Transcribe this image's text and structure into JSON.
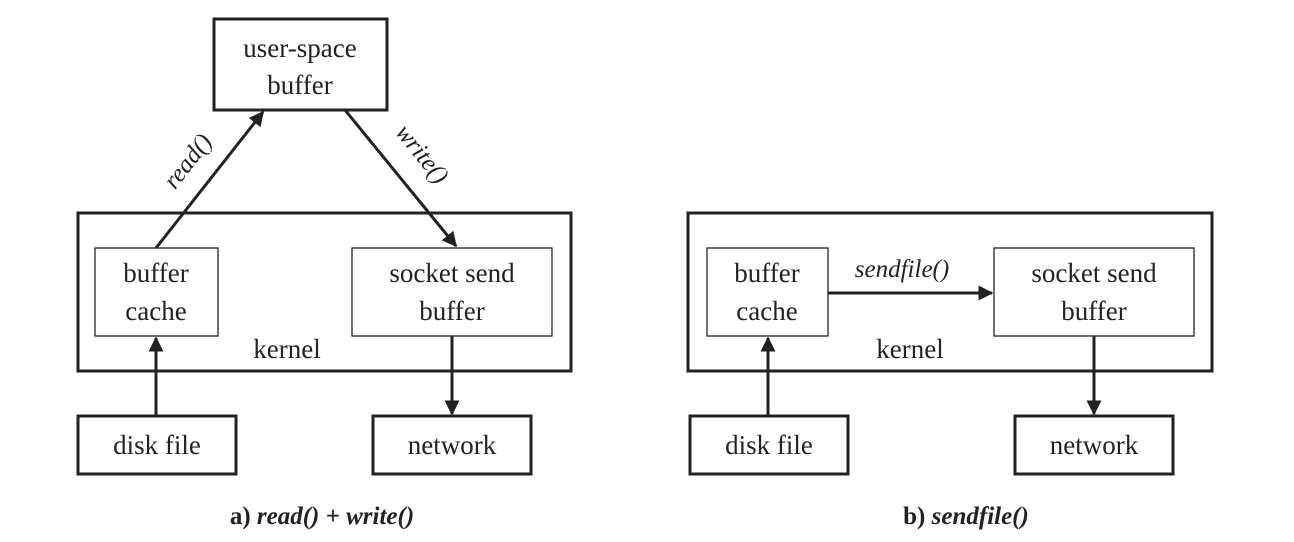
{
  "panel_a": {
    "user_space_buffer": [
      "user-space",
      "buffer"
    ],
    "buffer_cache": [
      "buffer",
      "cache"
    ],
    "socket_send_buffer": [
      "socket send",
      "buffer"
    ],
    "kernel": "kernel",
    "disk_file": "disk file",
    "network": "network",
    "read_label": "read()",
    "write_label": "write()",
    "caption_prefix": "a)",
    "caption_func": "read() + write()"
  },
  "panel_b": {
    "buffer_cache": [
      "buffer",
      "cache"
    ],
    "socket_send_buffer": [
      "socket send",
      "buffer"
    ],
    "kernel": "kernel",
    "disk_file": "disk file",
    "network": "network",
    "sendfile_label": "sendfile()",
    "caption_prefix": "b)",
    "caption_func": "sendfile()"
  }
}
